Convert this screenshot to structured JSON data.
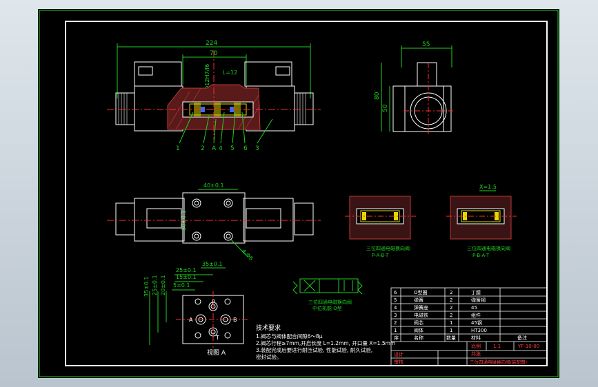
{
  "colors": {
    "background": "#000000",
    "frame": "#ffffff",
    "outer_border": "#1fd11f",
    "geometry": "#ffffff",
    "centerline": "#ff2b2b",
    "dimension": "#1fd11f",
    "hatch": "#c03838",
    "highlight": "#e6d800",
    "accent_blue": "#3a6dff",
    "title_text": "#ff4040"
  },
  "front_view": {
    "dim_overall": "224",
    "dim_inner": "70",
    "dim_shaft": "Φ12H7/f6",
    "dim_gap": "L=12",
    "callouts": [
      "1",
      "2",
      "A",
      "4",
      "5",
      "6",
      "3"
    ]
  },
  "side_view": {
    "dim_width": "55",
    "dim_height": "80",
    "dim_center": "50"
  },
  "top_view": {
    "dim_spacing": "40±0.1",
    "dim_height": "30±0.1",
    "hole_note": "4-Φ6"
  },
  "section_views": [
    {
      "caption_1": "三位四通电磁换向阀",
      "caption_2": "P-A-B-T"
    },
    {
      "caption_1": "三位四通电磁换向阀",
      "caption_2": "P-B-A-T"
    }
  ],
  "section_dim": "X=1.5",
  "port_view": {
    "title": "视图 A",
    "dims": [
      "35±0.1",
      "25±0.1",
      "15±0.1",
      "5±0.1",
      "35±0.1",
      "25±0.1",
      "20±0.1"
    ],
    "ports": [
      "P",
      "A",
      "B",
      "T"
    ]
  },
  "symbol": {
    "caption_1": "三位四通电磁换向阀",
    "caption_2": "中位机能 O型"
  },
  "tech_notes": {
    "title": "技术要求",
    "lines": [
      "1.阀芯与阀体配合间隙6～8μ",
      "2.阀芯行程≥7mm,开启长度 L=1.2mm, 开口量 X=1.5mm",
      "3.装配完成后要进行耐压试验, 性能试验, 耐久试验,",
      "  密封试验。"
    ]
  },
  "bom": {
    "rows": [
      {
        "no": "6",
        "name": "O型圈",
        "qty": "2",
        "mat": "丁腈"
      },
      {
        "no": "5",
        "name": "弹簧",
        "qty": "2",
        "mat": "弹簧钢"
      },
      {
        "no": "4",
        "name": "弹簧座",
        "qty": "2",
        "mat": "45"
      },
      {
        "no": "3",
        "name": "电磁铁",
        "qty": "2",
        "mat": "组件"
      },
      {
        "no": "2",
        "name": "阀芯",
        "qty": "1",
        "mat": "45钢"
      },
      {
        "no": "1",
        "name": "阀体",
        "qty": "1",
        "mat": "HT300"
      }
    ],
    "header": {
      "no": "序",
      "name": "名称",
      "qty": "数量",
      "mat": "材料",
      "note": "备注"
    },
    "title_block": {
      "scale_label": "比例",
      "scale_value": "1:1",
      "sheet_label": "共张",
      "drawing_no": "YF-10-00",
      "designer_label": "设计",
      "checker_label": "审核",
      "title": "三位四通电磁换向阀(装配图)"
    }
  }
}
